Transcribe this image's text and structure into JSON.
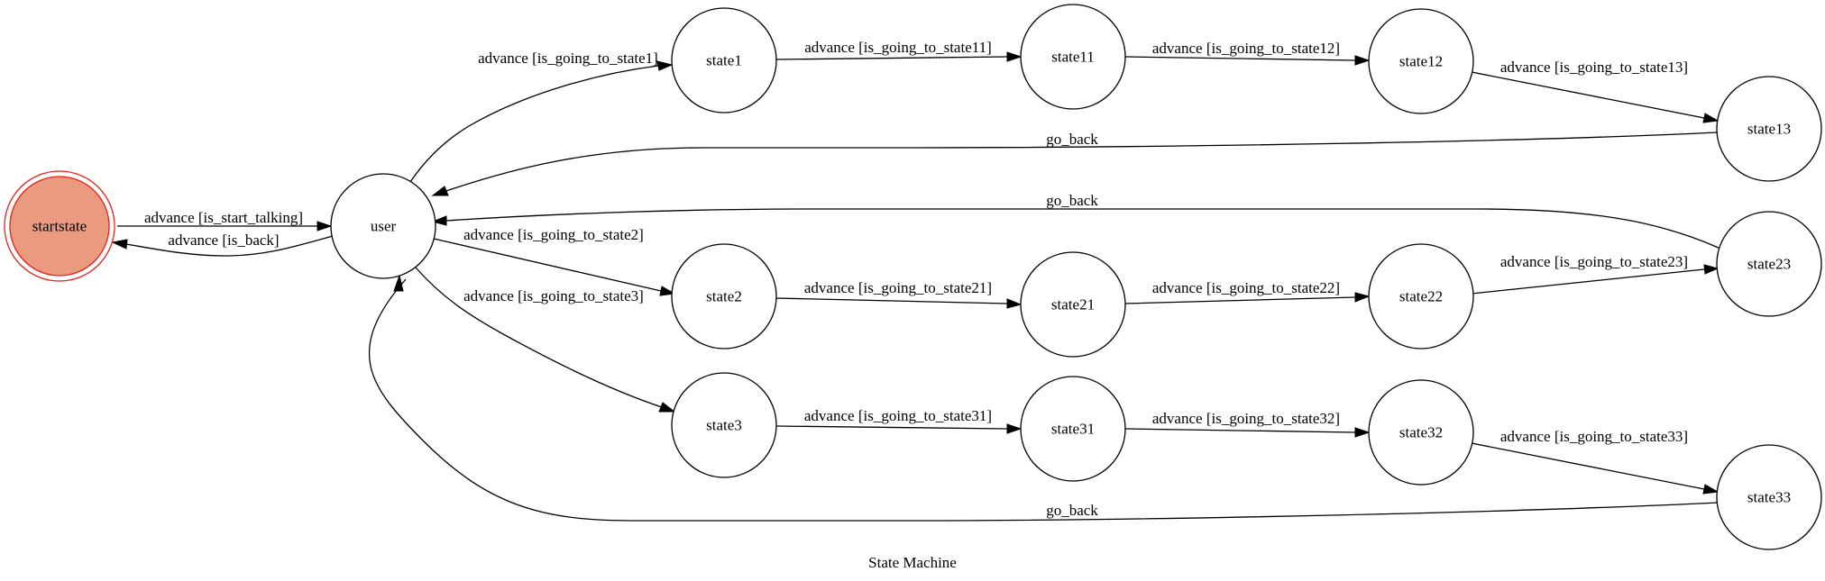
{
  "diagram": {
    "title": "State Machine",
    "colors": {
      "start_fill": "#ea9a7f",
      "start_stroke": "#e8201a",
      "node_fill": "#ffffff",
      "line": "#000000"
    },
    "nodes": {
      "startstate": "startstate",
      "user": "user",
      "state1": "state1",
      "state11": "state11",
      "state12": "state12",
      "state13": "state13",
      "state2": "state2",
      "state21": "state21",
      "state22": "state22",
      "state23": "state23",
      "state3": "state3",
      "state31": "state31",
      "state32": "state32",
      "state33": "state33"
    },
    "edges": {
      "start_to_user": "advance [is_start_talking]",
      "user_to_start": "advance [is_back]",
      "user_to_state1": "advance [is_going_to_state1]",
      "state1_to_state11": "advance [is_going_to_state11]",
      "state11_to_state12": "advance [is_going_to_state12]",
      "state12_to_state13": "advance [is_going_to_state13]",
      "state13_to_user": "go_back",
      "user_to_state2": "advance [is_going_to_state2]",
      "state2_to_state21": "advance [is_going_to_state21]",
      "state21_to_state22": "advance [is_going_to_state22]",
      "state22_to_state23": "advance [is_going_to_state23]",
      "state23_to_user": "go_back",
      "user_to_state3": "advance [is_going_to_state3]",
      "state3_to_state31": "advance [is_going_to_state31]",
      "state31_to_state32": "advance [is_going_to_state32]",
      "state32_to_state33": "advance [is_going_to_state33]",
      "state33_to_user": "go_back"
    }
  }
}
